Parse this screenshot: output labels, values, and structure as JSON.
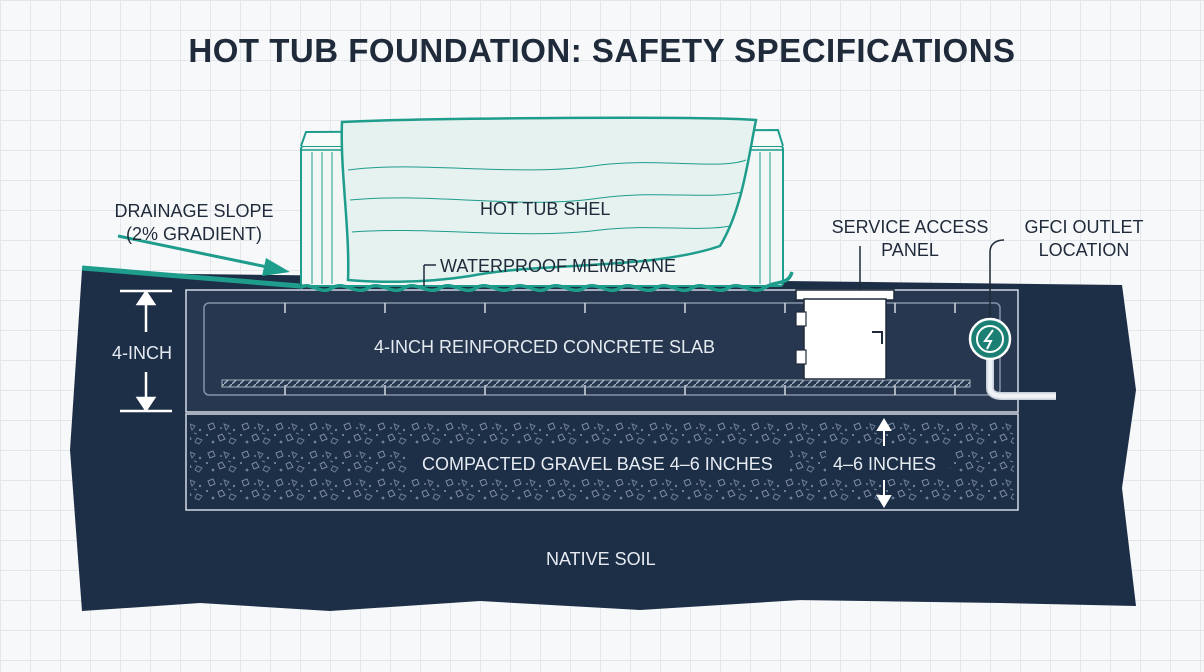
{
  "title": "HOT TUB FOUNDATION: SAFETY SPECIFICATIONS",
  "labels": {
    "tub_shell": "HOT TUB SHEL",
    "drainage_line1": "DRAINAGE SLOPE",
    "drainage_line2": "(2% GRADIENT)",
    "membrane": "WATERPROOF MEMBRANE",
    "service_line1": "SERVICE ACCESS",
    "service_line2": "PANEL",
    "gfci_line1": "GFCI OUTLET",
    "gfci_line2": "LOCATION",
    "slab_thickness": "4-INCH",
    "slab": "4-INCH REINFORCED CONCRETE SLAB",
    "gravel": "COMPACTED GRAVEL BASE 4–6 INCHES",
    "gravel_thickness": "4–6 INCHES",
    "soil": "NATIVE SOIL"
  },
  "colors": {
    "soil": "#1d2e47",
    "slab": "#2a3b55",
    "accent_teal": "#1e9c8c",
    "title": "#1f2a3a",
    "rebar": "#8a96a6",
    "gfci_bg": "#1b7f73"
  }
}
